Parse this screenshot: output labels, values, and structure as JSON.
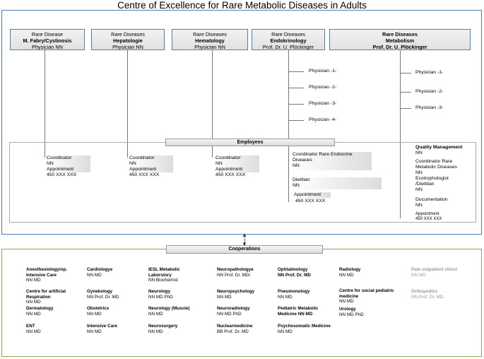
{
  "title": "Centre of Excellence for Rare Metabolic Diseases in Adults",
  "units": [
    {
      "l1": "Rare Disease",
      "l2": "M. Fabry/Cystinosis",
      "l3": "Physician NN"
    },
    {
      "l1": "Rare Diseases",
      "l2": "Hepatologie",
      "l3": "Physician NN"
    },
    {
      "l1": "Rare Diseases",
      "l2": "Hematology",
      "l3": "Physician NN"
    },
    {
      "l1": "Rare Diseases",
      "l2": "Endokrinology",
      "l3": "Prof. Dr. U. Plöckinger"
    },
    {
      "l1": "Rare Diseases",
      "l2": "Metabolism",
      "l3": "Prof. Dr. U. Plöckinger"
    }
  ],
  "endo_physicians": [
    "Physician -1-",
    "Physician -2-",
    "Physician -3-",
    "Physician -4-"
  ],
  "meta_physicians": [
    "Physician -1-",
    "Physician -2-",
    "Physician -3-"
  ],
  "employees_label": "Employees",
  "coordinators": [
    {
      "role": "Coordinator",
      "name": "NN",
      "appt": "Appointment",
      "phone": "450 XXX XXX"
    },
    {
      "role": "Coordinator",
      "name": "NN",
      "appt": "Appointment",
      "phone": "450 XXX XXX"
    },
    {
      "role": "Coordinator",
      "name": "NN",
      "appt": "Appointment",
      "phone": "450 XXX XXX"
    }
  ],
  "endo_staff": {
    "coord_l1": "Coordinator Rare Endocrine",
    "coord_l2": "Diseases",
    "coord_name": "NN",
    "diet_l1": "Dietitian",
    "diet_name": "NN",
    "appt": "Appointment",
    "phone": "450 XXX XXX"
  },
  "meta_staff": {
    "qm": "Quality Management",
    "qm_name": "NN",
    "coord_l1": "Coordinator Rare",
    "coord_l2": "Metabolic Diseases",
    "coord_name": "NN",
    "eco_l1": "Ecotrophologist",
    "eco_l2": "/Dietitian",
    "eco_name": "NN",
    "doc": "Documentation",
    "doc_name": "NN",
    "appt": "Appointment",
    "phone": "450 XXX XXX"
  },
  "cooperations_label": "Cooperations",
  "coop": {
    "c1": [
      {
        "n1": "Anesthesiology/op.",
        "n2": "Intensive Care",
        "p": "NN MD"
      },
      {
        "n1": "Centre for artificial",
        "n2": "Respiration",
        "p": "NN MD"
      },
      {
        "n1": "Dermatology",
        "n2": "",
        "p": "NN MD"
      },
      {
        "n1": "ENT",
        "n2": "",
        "p": "NN MD"
      }
    ],
    "c2": [
      {
        "n1": "Cardiologye",
        "n2": "",
        "p": "NN MD"
      },
      {
        "n1": "Gynekology",
        "n2": "",
        "p": "NN Prof. Dr. MD"
      },
      {
        "n1": "Obstetrics",
        "n2": "",
        "p": "NN MD"
      },
      {
        "n1": "Intensive Care",
        "n2": "",
        "p": "NN MD"
      }
    ],
    "c3": [
      {
        "n1": "IESL Metabolic",
        "n2": "Laborstory",
        "p": "NN Biochemist"
      },
      {
        "n1": "Neurology",
        "n2": "",
        "p": "NN MD PhD"
      },
      {
        "n1": "Neurology (Muscle)",
        "n2": "",
        "p": "NN MD"
      },
      {
        "n1": "Neurosurgery",
        "n2": "",
        "p": "NN MD"
      }
    ],
    "c4": [
      {
        "n1": "Neuropathologye",
        "n2": "",
        "p": "NN Prof. Dr. MDi"
      },
      {
        "n1": "Neuropsychology",
        "n2": "",
        "p": "NN MD"
      },
      {
        "n1": "Neuroradiology",
        "n2": "",
        "p": "NN MD PhD"
      },
      {
        "n1": "Nuclearmedicine",
        "n2": "",
        "p": "BB Prof. Dr. MD"
      }
    ],
    "c5": [
      {
        "n1": "Ophtalmology",
        "n2": "",
        "p": "NN Prof. Dr. MD"
      },
      {
        "n1": "Pneumonology",
        "n2": "",
        "p": "NN MD"
      },
      {
        "n1": "Pediatric Metabolic",
        "n2": "",
        "p": "Medicine NN MD"
      },
      {
        "n1": "Psychosomatic Medicine",
        "n2": "",
        "p": "NN MD"
      }
    ],
    "c6": [
      {
        "n1": "Radiology",
        "n2": "",
        "p": "NN MD"
      },
      {
        "n1": "Centre for social pediatric",
        "n2": "medicine",
        "p": "NN MD"
      },
      {
        "n1": "Urology",
        "n2": "",
        "p": "NN MD PhD"
      }
    ],
    "c7": [
      {
        "n1": "Pain outpatient clinicl",
        "n2": "",
        "p": "NN MD"
      },
      {
        "n1": "Orthopedics",
        "n2": "",
        "p": "NN Prof. Dr. MD"
      }
    ]
  }
}
